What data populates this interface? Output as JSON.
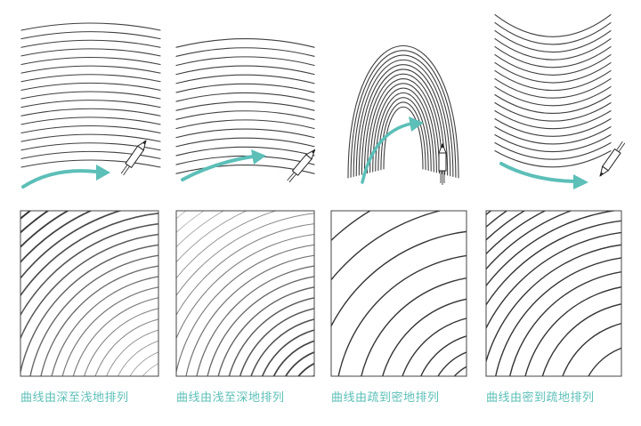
{
  "colors": {
    "accent": "#5cbfb8",
    "stroke": "#2a2a2a",
    "frame": "#444444",
    "background": "#ffffff"
  },
  "top_sketches": [
    {
      "icon": "pencil-icon",
      "arrow": "right-arrow-icon",
      "shape": "arch-wide"
    },
    {
      "icon": "pencil-icon",
      "arrow": "right-arrow-icon",
      "shape": "arch-wide"
    },
    {
      "icon": "pencil-icon",
      "arrow": "up-right-arrow-icon",
      "shape": "arch-tall"
    },
    {
      "icon": "pencil-icon",
      "arrow": "right-arrow-icon",
      "shape": "u-bowl"
    }
  ],
  "examples": [
    {
      "caption": "曲线由深至浅地排列",
      "pattern": "dark-to-light"
    },
    {
      "caption": "曲线由浅至深地排列",
      "pattern": "light-to-dark"
    },
    {
      "caption": "曲线由疏到密地排列",
      "pattern": "sparse-to-dense"
    },
    {
      "caption": "曲线由密到疏地排列",
      "pattern": "dense-to-sparse"
    }
  ]
}
